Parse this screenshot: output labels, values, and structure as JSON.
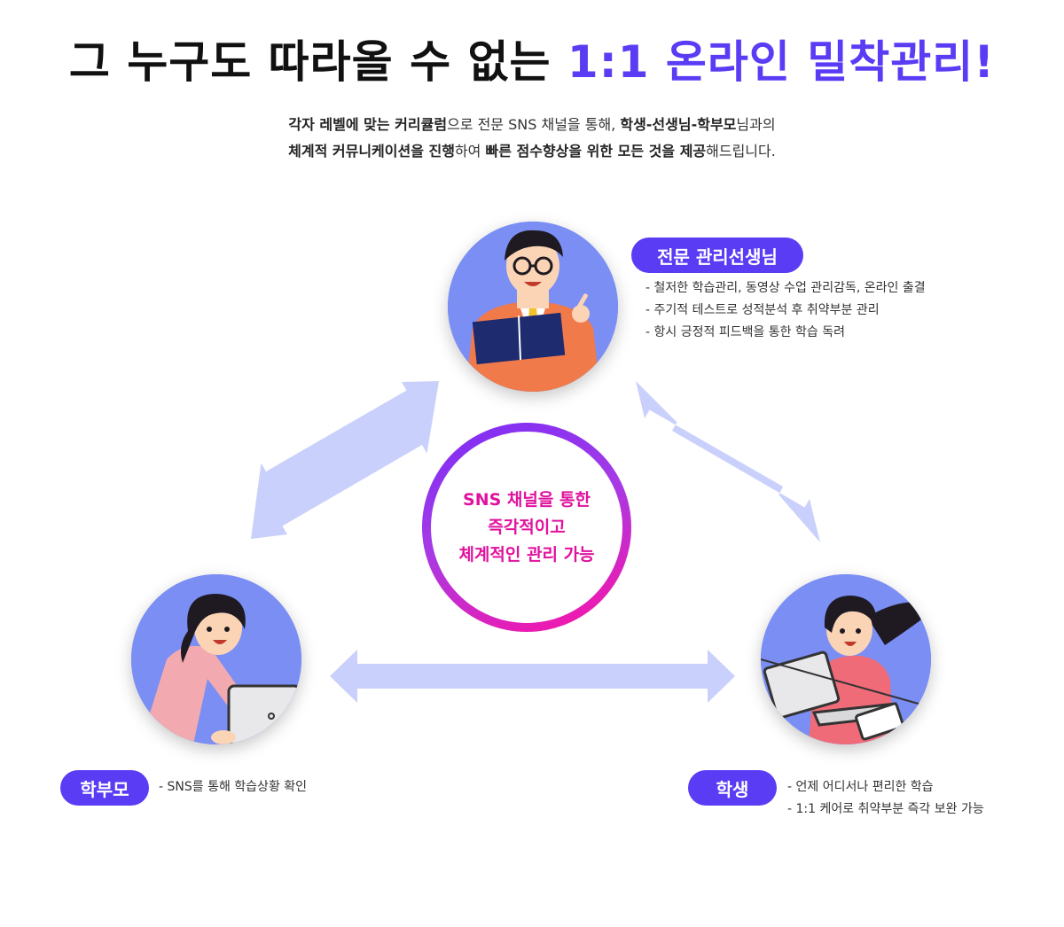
{
  "header": {
    "title_main": "그 누구도 따라올 수 없는",
    "title_accent": "1:1 온라인 밀착관리!",
    "desc_line1": {
      "a": "각자 레벨에 맞는 커리큘럼",
      "b": "으로 전문 SNS 채널을 통해, ",
      "c": "학생-선생님-학부모",
      "d": "님과의"
    },
    "desc_line2": {
      "a": "체계적 커뮤니케이션을 진행",
      "b": "하여 ",
      "c": "빠른 점수향상을 위한 모든 것을 제공",
      "d": "해드립니다."
    }
  },
  "center": {
    "line1": "SNS 채널을 통한",
    "line2": "즉각적이고",
    "line3": "체계적인 관리 가능"
  },
  "teacher": {
    "label": "전문 관리선생님",
    "items": [
      "철저한 학습관리, 동영상 수업 관리감독, 온라인 출결",
      "주기적 테스트로 성적분석 후 취약부분 관리",
      "항시 긍정적 피드백을 통한 학습 독려"
    ]
  },
  "parent": {
    "label": "학부모",
    "items": [
      "SNS를 통해 학습상황 확인"
    ]
  },
  "student": {
    "label": "학생",
    "items": [
      "언제 어디서나 편리한 학습",
      "1:1 케어로 취약부분 즉각 보완 가능"
    ]
  },
  "colors": {
    "accent": "#5b3cf5",
    "arrow": "#c9d0fb",
    "avatar_bg": "#7b8ef4",
    "center_text": "#e0129e",
    "ring_start": "#7a2cf6",
    "ring_end": "#ff12a3"
  }
}
